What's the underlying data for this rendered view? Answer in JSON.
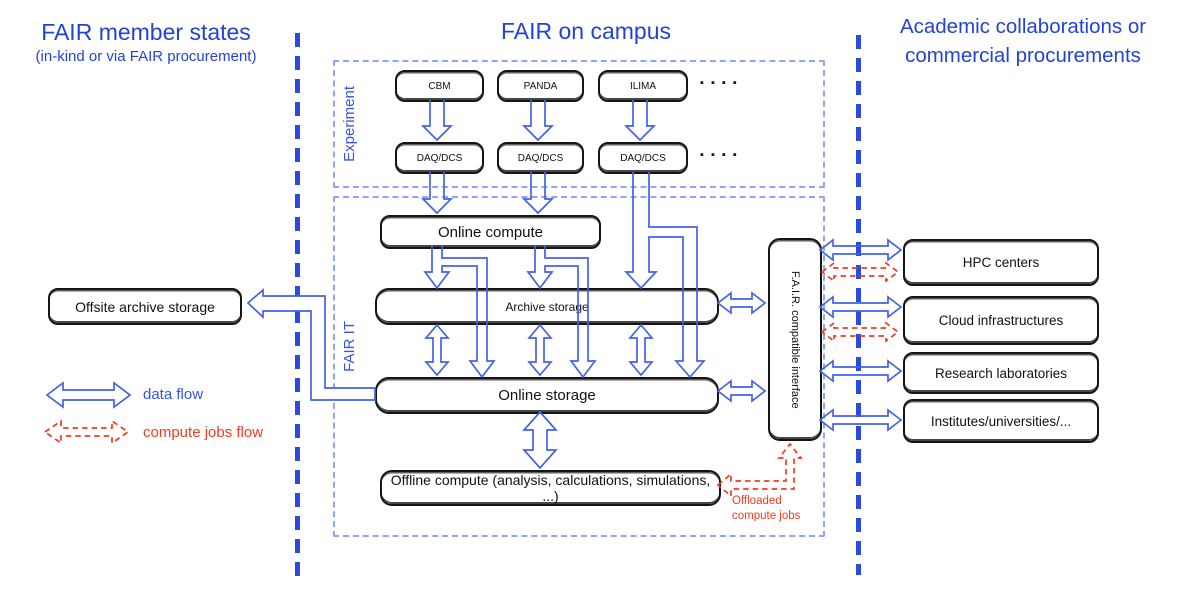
{
  "colors": {
    "heading_blue": "#2343d8",
    "arrow_blue": "#4262ea",
    "divider_blue": "#2b4be0",
    "group_dash_blue": "#8fa4f4",
    "red": "#ee3d22",
    "box_border": "#151515"
  },
  "left_panel": {
    "title": "FAIR member states",
    "subtitle": "(in-kind or via FAIR procurement)",
    "offsite_box": "Offsite archive storage",
    "legend": {
      "data_flow": "data flow",
      "compute_jobs_flow": "compute jobs flow"
    }
  },
  "campus": {
    "title": "FAIR on campus",
    "experiment": {
      "label": "Experiment",
      "boxes": [
        "CBM",
        "PANDA",
        "ILIMA"
      ],
      "daq": [
        "DAQ/DCS",
        "DAQ/DCS",
        "DAQ/DCS"
      ],
      "more": "▪ ▪ ▪ ▪"
    },
    "fair_it": {
      "label": "FAIR IT",
      "online_compute": "Online compute",
      "archive_storage": "Archive storage",
      "online_storage": "Online storage",
      "offline_compute": "Offline compute (analysis, calculations, simulations, ...)",
      "interface": "F.A.I.R. compatible interface",
      "offloaded_line1": "Offloaded",
      "offloaded_line2": "compute jobs"
    }
  },
  "right_panel": {
    "title_line1": "Academic collaborations or",
    "title_line2": "commercial procurements",
    "boxes": [
      "HPC centers",
      "Cloud infrastructures",
      "Research laboratories",
      "Institutes/universities/..."
    ]
  }
}
